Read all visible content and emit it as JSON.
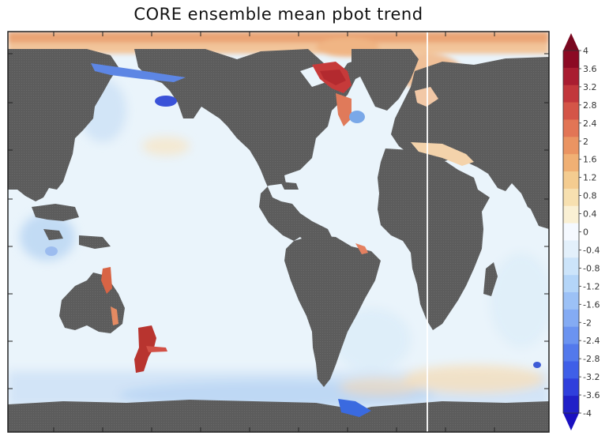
{
  "chart_data": {
    "type": "heatmap",
    "title": "CORE ensemble mean pbot trend",
    "colorbar": {
      "min": -4,
      "max": 4,
      "step": 0.4,
      "extend": "both",
      "ticks": [
        "4",
        "3.6",
        "3.2",
        "2.8",
        "2.4",
        "2",
        "1.6",
        "1.2",
        "0.8",
        "0.4",
        "0",
        "-0.4",
        "-0.8",
        "-1.2",
        "-1.6",
        "-2",
        "-2.4",
        "-2.8",
        "-3.2",
        "-3.6",
        "-4"
      ],
      "colors": [
        "#2020c8",
        "#2f3fdc",
        "#3f5fe8",
        "#5379ec",
        "#6b93f0",
        "#84abf3",
        "#9cc1f6",
        "#b4d5f8",
        "#cce4fa",
        "#e3f0fb",
        "#f5f9ff",
        "#faf0d4",
        "#f7e0b0",
        "#f4cc90",
        "#f0b074",
        "#ea9462",
        "#e27555",
        "#d45548",
        "#c2373c",
        "#a91d31",
        "#8c0a24"
      ],
      "below_color": "#1a10c0",
      "above_color": "#7a0820"
    },
    "map": {
      "land_color": "#5a5a5a",
      "ocean_base_color": "#e9f4fb"
    }
  }
}
